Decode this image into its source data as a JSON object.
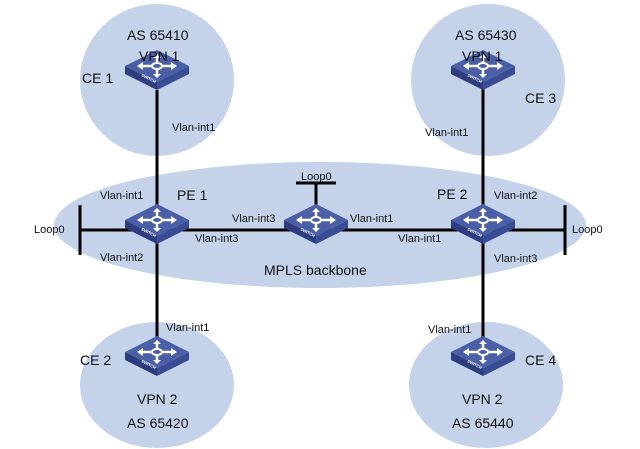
{
  "colors": {
    "region_fill": "#c4d2ea",
    "switch_top": "#4a5fa6",
    "switch_side": "#2e3d80",
    "link": "#000000"
  },
  "backbone": {
    "label": "MPLS backbone"
  },
  "sites": {
    "ce1": {
      "as": "AS 65410",
      "vpn": "VPN 1",
      "name": "CE 1",
      "if": "Vlan-int1"
    },
    "ce2": {
      "as": "AS 65420",
      "vpn": "VPN 2",
      "name": "CE 2",
      "if": "Vlan-int1"
    },
    "ce3": {
      "as": "AS 65430",
      "vpn": "VPN 1",
      "name": "CE 3",
      "if": "Vlan-int1"
    },
    "ce4": {
      "as": "AS 65440",
      "vpn": "VPN 2",
      "name": "CE 4",
      "if": "Vlan-int1"
    }
  },
  "pe1": {
    "name": "PE 1",
    "if_up": "Vlan-int1",
    "if_down": "Vlan-int2",
    "if_right": "Vlan-int3",
    "loop": "Loop0"
  },
  "p": {
    "if_left": "Vlan-int3",
    "if_right": "Vlan-int1",
    "loop": "Loop0"
  },
  "pe2": {
    "name": "PE 2",
    "if_up": "Vlan-int2",
    "if_down": "Vlan-int3",
    "if_left": "Vlan-int1",
    "loop": "Loop0"
  },
  "switch_label": "SWITCH"
}
